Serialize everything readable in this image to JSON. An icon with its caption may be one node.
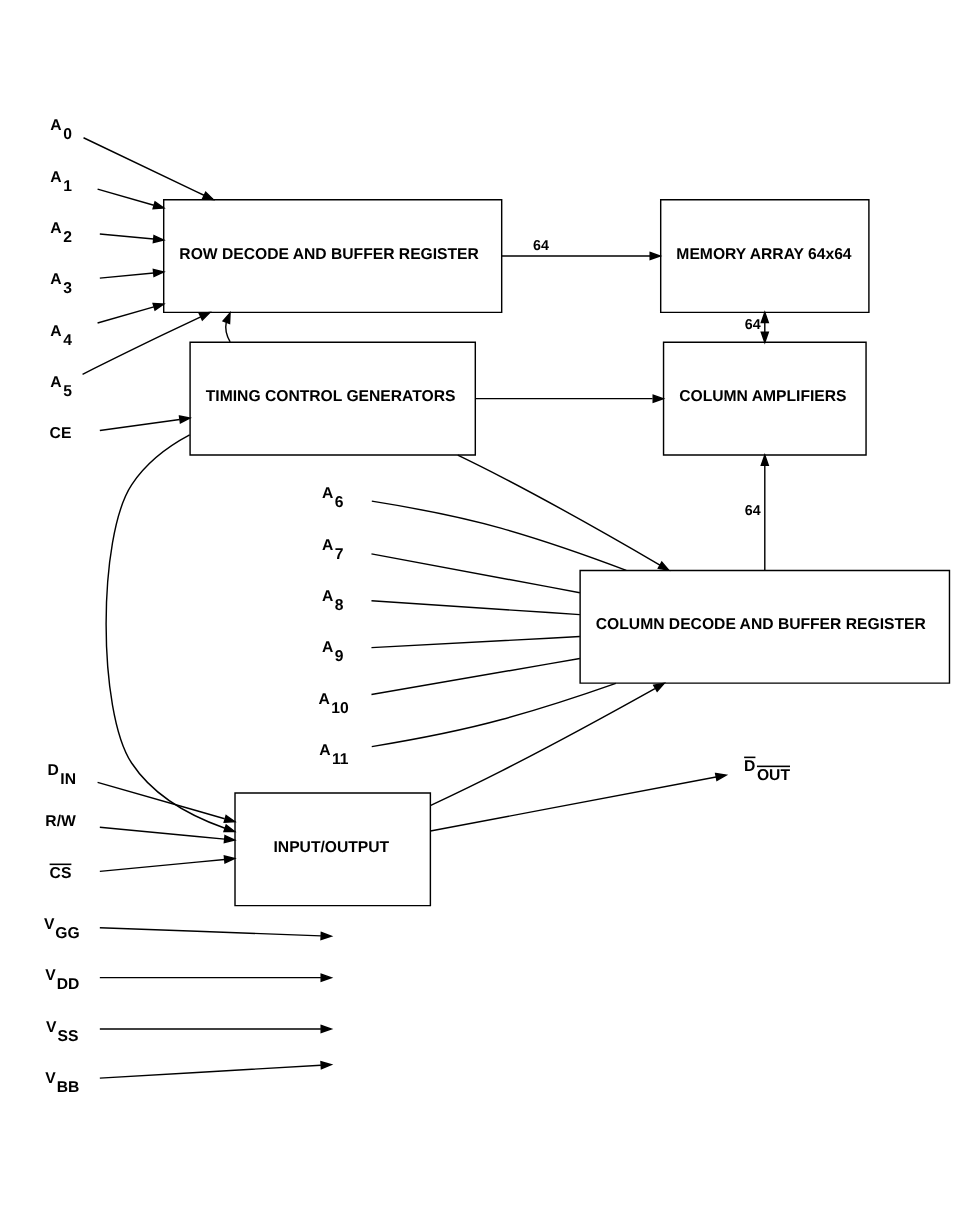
{
  "diagram": {
    "nodes": [
      {
        "text": [
          "ROW DECODE AND BUFFER REGISTER"
        ]
      },
      {
        "text": [
          "MEMORY ARRAY 64x64"
        ]
      },
      {
        "text": [
          "TIMING CONTROL GENERATORS"
        ]
      },
      {
        "text": [
          "COLUMN AMPLIFIERS"
        ]
      },
      {
        "text": [
          "INPUT/OUTPUT"
        ]
      },
      {
        "text": [
          "COLUMN DECODE AND BUFFER REGISTER"
        ]
      },
      {
        "text": [
          "A$_{0}$"
        ]
      },
      {
        "text": [
          "A$_{1}$"
        ]
      },
      {
        "text": [
          "A$_{2}$"
        ]
      },
      {
        "text": [
          "A$_{3}$"
        ]
      },
      {
        "text": [
          "A$_{4}$"
        ]
      },
      {
        "text": [
          "A$_{5}$"
        ]
      },
      {
        "text": [
          "CE"
        ]
      },
      {
        "text": [
          "D$_{IN}$"
        ]
      },
      {
        "text": [
          "R/W"
        ]
      },
      {
        "text": [
          "CS"
        ]
      },
      {
        "text": [
          "D$_{OUT}$"
        ]
      },
      {
        "text": [
          "A$_{6}$"
        ]
      },
      {
        "text": [
          "A$_{7}$"
        ]
      },
      {
        "text": [
          "A$_{8}$"
        ]
      },
      {
        "text": [
          "A$_{9}$"
        ]
      },
      {
        "text": [
          "A$_{10}$"
        ]
      },
      {
        "text": [
          "A$_{11}$"
        ]
      },
      {
        "text": [
          "V$_{GG}$"
        ]
      },
      {
        "text": [
          "V$_{DD}$"
        ]
      },
      {
        "text": [
          "V$_{SS}$"
        ]
      },
      {
        "text": [
          "V$_{BB}$"
        ]
      }
    ],
    "edges": [
      {
        "from": 6,
        "to": 0,
        "arrow": "to"
      },
      {
        "from": 7,
        "to": 0,
        "arrow": "to"
      },
      {
        "from": 8,
        "to": 0,
        "arrow": "to"
      },
      {
        "from": 9,
        "to": 0,
        "arrow": "to"
      },
      {
        "from": 10,
        "to": 0,
        "arrow": "to"
      },
      {
        "from": 11,
        "to": 0,
        "arrow": "to"
      },
      {
        "from": 0,
        "to": 1,
        "label": "64",
        "arrow": "to"
      },
      {
        "from": 3,
        "to": 1,
        "label": "64",
        "arrow": "both"
      },
      {
        "from": 2,
        "to": 0,
        "arrow": "to"
      },
      {
        "from": 12,
        "to": 2,
        "arrow": "to"
      },
      {
        "from": 2,
        "to": 3,
        "arrow": "to"
      },
      {
        "from": 2,
        "to": 5,
        "arrow": "to"
      },
      {
        "from": 2,
        "to": 4,
        "arrow": "to"
      },
      {
        "from": 5,
        "to": 3,
        "label": "64",
        "arrow": "to"
      },
      {
        "from": 13,
        "to": 4,
        "arrow": "to"
      },
      {
        "from": 14,
        "to": 4,
        "arrow": "to"
      },
      {
        "from": 15,
        "to": 4,
        "arrow": "to"
      },
      {
        "from": 4,
        "to": 5,
        "arrow": "to"
      },
      {
        "from": 4,
        "to": 16,
        "arrow": "to"
      },
      {
        "from": 17,
        "to": 5,
        "arrow": "none"
      },
      {
        "from": 18,
        "to": 5,
        "arrow": "none"
      },
      {
        "from": 19,
        "to": 5,
        "arrow": "none"
      },
      {
        "from": 20,
        "to": 5,
        "arrow": "none"
      },
      {
        "from": 21,
        "to": 5,
        "arrow": "none"
      },
      {
        "from": 22,
        "to": 5,
        "arrow": "none"
      },
      {
        "from": 23,
        "to": null,
        "arrow": "to"
      },
      {
        "from": 24,
        "to": null,
        "arrow": "to"
      },
      {
        "from": 25,
        "to": null,
        "arrow": "to"
      },
      {
        "from": 26,
        "to": null,
        "arrow": "to"
      }
    ]
  }
}
